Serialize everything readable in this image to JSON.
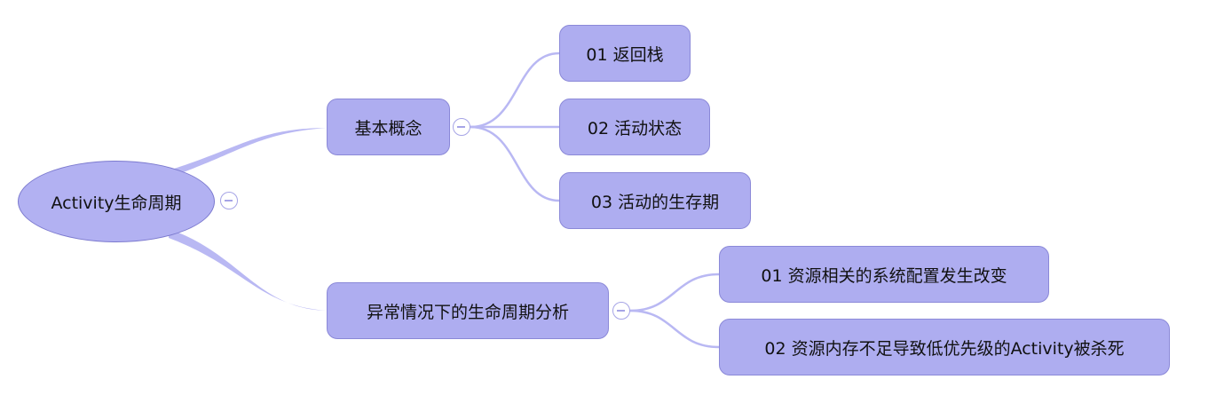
{
  "mindmap": {
    "root": {
      "label": "Activity生命周期"
    },
    "branches": [
      {
        "label": "基本概念",
        "children": [
          {
            "label": "01 返回栈"
          },
          {
            "label": "02 活动状态"
          },
          {
            "label": "03 活动的生存期"
          }
        ]
      },
      {
        "label": "异常情况下的生命周期分析",
        "children": [
          {
            "label": "01 资源相关的系统配置发生改变"
          },
          {
            "label": "02 资源内存不足导致低优先级的Activity被杀死"
          }
        ]
      }
    ],
    "colors": {
      "node_fill": "#aeadf0",
      "node_border": "#8b89d8",
      "link": "#b9b8f3"
    }
  }
}
